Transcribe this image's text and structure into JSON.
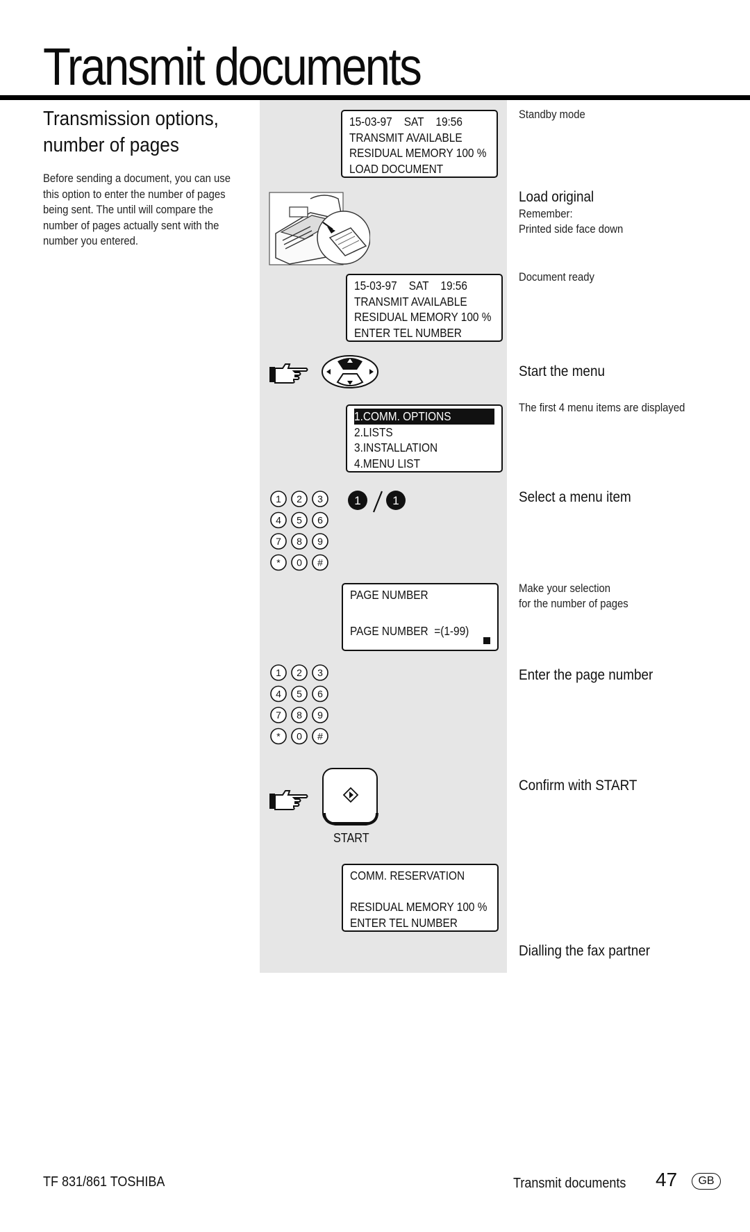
{
  "header": {
    "title": "Transmit documents"
  },
  "section": {
    "heading_line1": "Transmission options,",
    "heading_line2": "number of pages",
    "intro": [
      "Before sending a document, you can use",
      "this option to enter the number of pages",
      "being sent. The until will compare the",
      "number of pages actually sent with the",
      "number you entered."
    ]
  },
  "displays": {
    "standby": [
      "15-03-97    SAT    19:56",
      "TRANSMIT AVAILABLE",
      "RESIDUAL MEMORY 100 %",
      "LOAD DOCUMENT"
    ],
    "ready": [
      "15-03-97    SAT    19:56",
      "TRANSMIT AVAILABLE",
      "RESIDUAL MEMORY 100 %",
      "ENTER TEL NUMBER"
    ],
    "menu": [
      "1.COMM. OPTIONS",
      "2.LISTS",
      "3.INSTALLATION",
      "4.MENU LIST"
    ],
    "page_number": [
      "PAGE NUMBER",
      "",
      "PAGE NUMBER  =(1-99)"
    ],
    "reservation": [
      "COMM. RESERVATION",
      "",
      "RESIDUAL MEMORY 100 %",
      "ENTER TEL NUMBER"
    ]
  },
  "keypad_keys": [
    "1",
    "2",
    "3",
    "4",
    "5",
    "6",
    "7",
    "8",
    "9",
    "*",
    "0",
    "#"
  ],
  "menu_select_keys": {
    "first": "1",
    "second": "1"
  },
  "start_button": {
    "label": "START"
  },
  "steps": {
    "standby": "Standby mode",
    "load_original": "Load original",
    "remember": "Remember:",
    "printed_side": "Printed side face down",
    "document_ready": "Document ready",
    "start_menu": "Start the menu",
    "first_items": "The first 4 menu items are displayed",
    "select_item": "Select a menu item",
    "make_selection_1": "Make your selection",
    "make_selection_2": "for the number of pages",
    "enter_page": "Enter the page number",
    "confirm": "Confirm with START",
    "dialling": "Dialling the fax partner"
  },
  "footer": {
    "model": "TF 831/861 TOSHIBA",
    "section": "Transmit documents",
    "page": "47",
    "lang": "GB"
  }
}
